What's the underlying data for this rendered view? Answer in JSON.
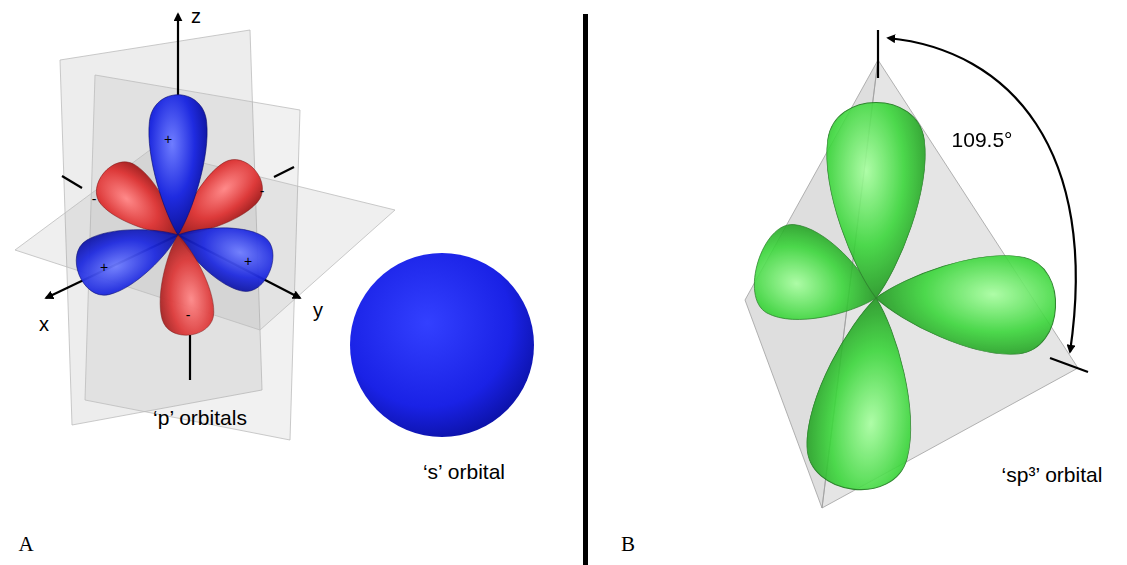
{
  "diagram": {
    "labels": [
      "z",
      "x",
      "y",
      "+",
      "+",
      "+",
      "-",
      "-",
      "-",
      "‘p’ orbitals",
      "‘s’ orbital",
      "A",
      "109.5°",
      "‘sp³’ orbital",
      "B"
    ]
  }
}
